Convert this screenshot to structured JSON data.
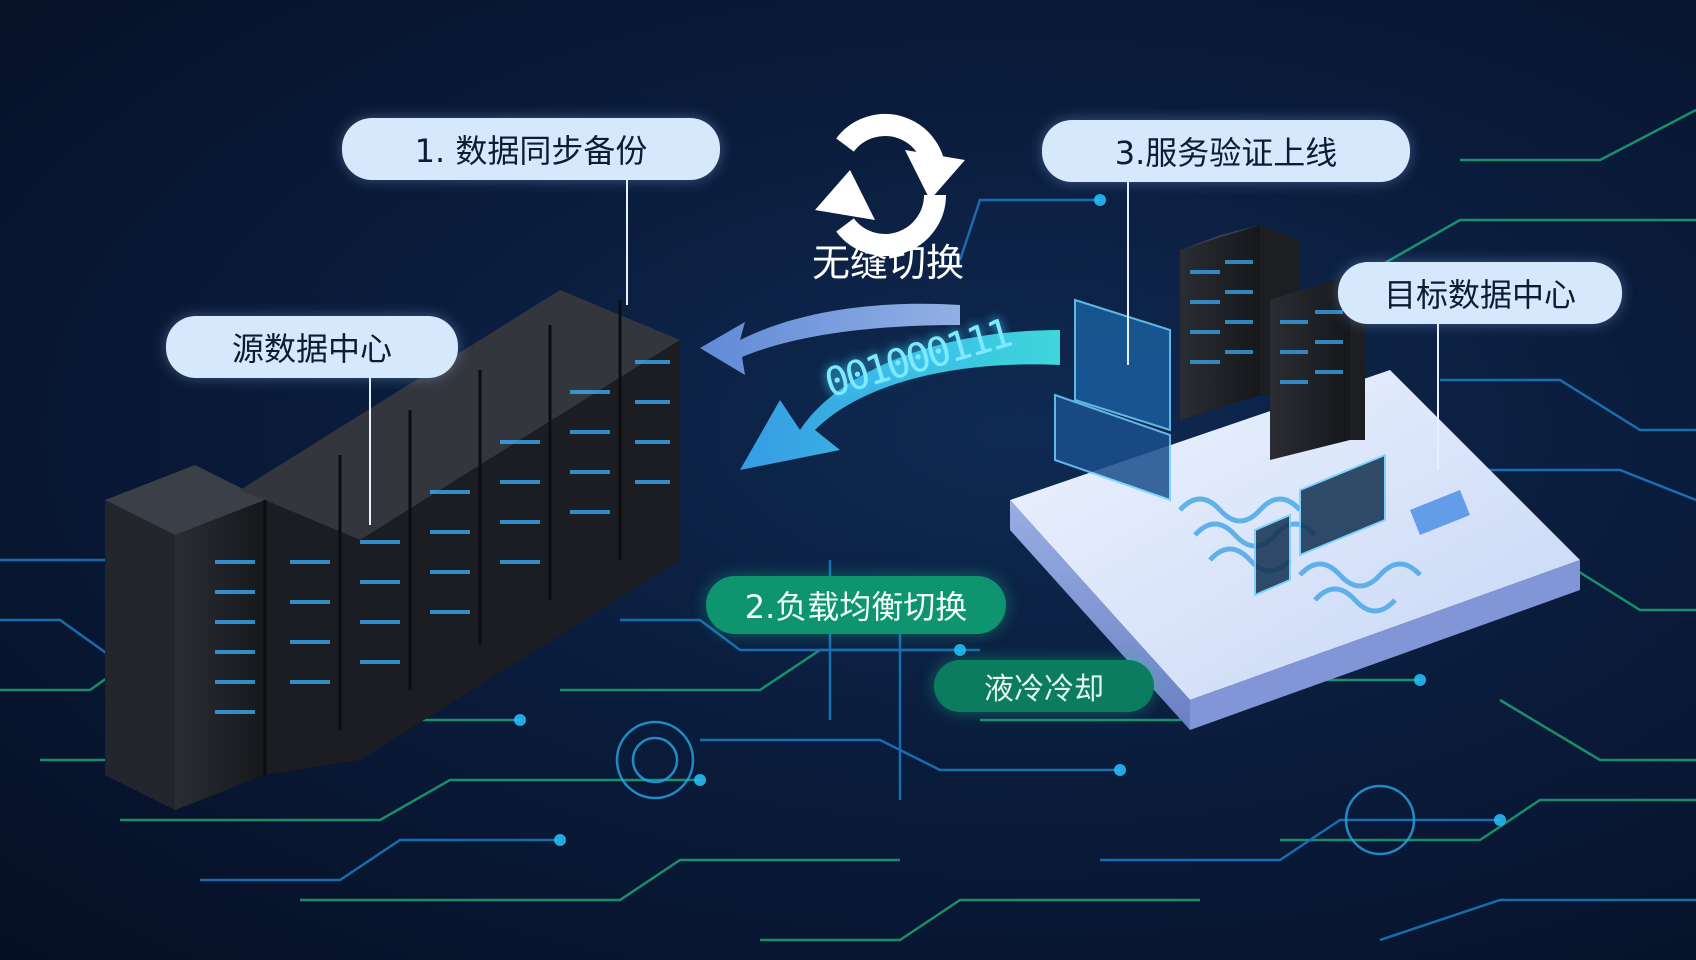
{
  "diagram": {
    "steps": {
      "step1": "1. 数据同步备份",
      "step2": "2.负载均衡切换",
      "step3": "3.服务验证上线"
    },
    "labels": {
      "source": "源数据中心",
      "target": "目标数据中心",
      "switch_caption": "无缝切换",
      "cooling": "液冷冷却"
    },
    "binary_stream": "001000111",
    "icons": {
      "switch": "refresh-cycle-icon"
    },
    "colors": {
      "pill_light": "#d6e8fb",
      "pill_green": "#0f9470",
      "circuit_green": "#1fb57e",
      "circuit_blue": "#1e88d8",
      "arrow_cyan": "#3fd4ee"
    }
  }
}
